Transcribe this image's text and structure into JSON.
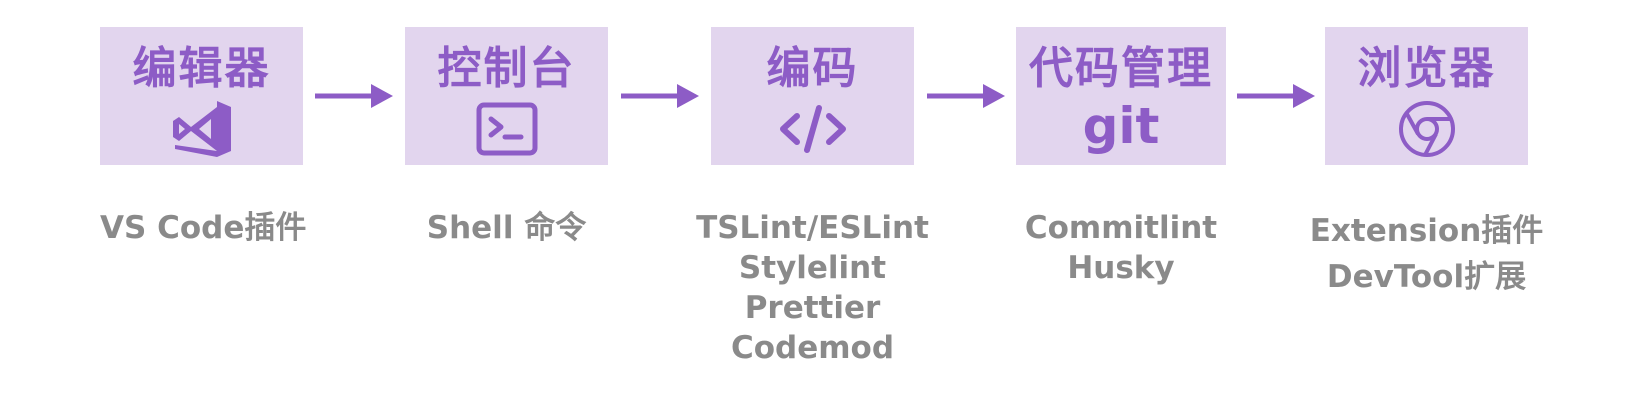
{
  "steps": [
    {
      "title": "编辑器",
      "icon": "visual-studio-icon",
      "captions": [
        "VS Code插件"
      ]
    },
    {
      "title": "控制台",
      "icon": "terminal-icon",
      "captions": [
        "Shell 命令"
      ]
    },
    {
      "title": "编码",
      "icon": "code-icon",
      "captions": [
        "TSLint/ESLint",
        "Stylelint",
        "Prettier",
        "Codemod"
      ]
    },
    {
      "title": "代码管理",
      "icon": "git-icon",
      "icon_text": "git",
      "captions": [
        "Commitlint",
        "Husky"
      ]
    },
    {
      "title": "浏览器",
      "icon": "chrome-icon",
      "captions": [
        "Extension插件",
        "DevTool扩展"
      ]
    }
  ],
  "colors": {
    "box": "#e2d5ee",
    "accent": "#8d5cc6",
    "caption": "#8a8a8a"
  }
}
